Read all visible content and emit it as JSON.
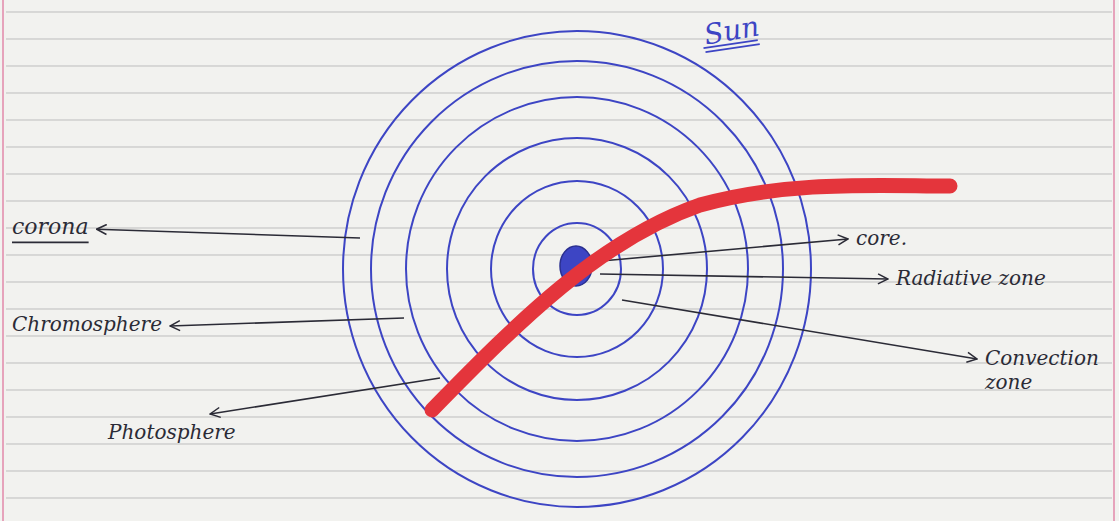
{
  "diagram": {
    "title": "Sun",
    "labels": [
      "corona",
      "Chromosphere",
      "Photosphere",
      "core.",
      "Radiative zone",
      "Convection zone"
    ]
  }
}
